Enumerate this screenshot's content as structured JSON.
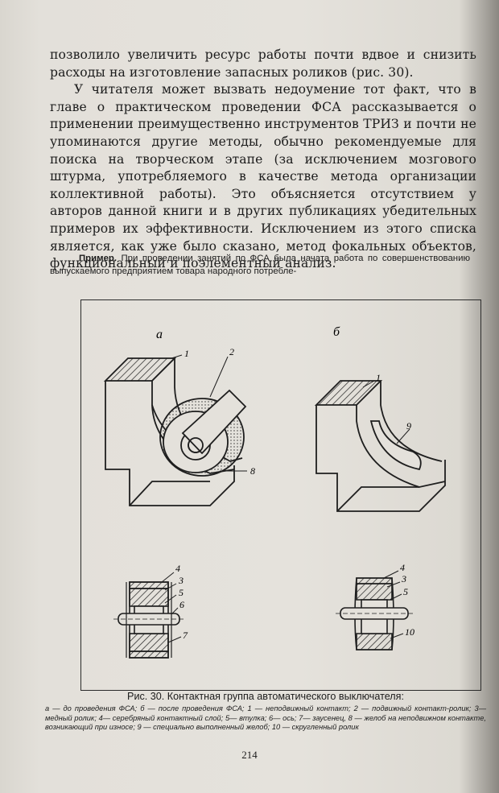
{
  "body_paragraphs": [
    {
      "indent": false,
      "text": "позволило увеличить ресурс работы почти вдвое и снизить расходы на изготовление запасных роликов (рис. 30)."
    },
    {
      "indent": true,
      "text": "У читателя может вызвать недоумение тот факт, что в главе о практическом проведении ФСА рассказывается о применении преимущественно инструментов ТРИЗ и почти не упоминаются другие методы, обычно рекомендуемые для поиска на творческом этапе (за исключением мозгового штурма, употребляемого в качестве метода организации коллективной работы). Это объясняется отсутствием у авторов данной книги и в других публикациях убедительных примеров их эффективности. Исключением из этого списка является, как уже было сказано, метод фокальных объектов, функциональный и поэлементный анализ."
    }
  ],
  "example": {
    "lead": "Пример.",
    "text": "При проведении занятий по ФСА была начата работа по совершенствованию выпускаемого предприятием товара народного потребле-"
  },
  "figure": {
    "panel_a_label": "а",
    "panel_b_label": "б",
    "part_labels_a_top": [
      "1",
      "2",
      "8"
    ],
    "part_labels_b_top": [
      "1",
      "9"
    ],
    "part_labels_a_bottom": [
      "4",
      "3",
      "5",
      "6",
      "7"
    ],
    "part_labels_b_bottom": [
      "4",
      "3",
      "5",
      "10"
    ]
  },
  "caption": {
    "title": "Рис. 30. Контактная группа автоматического выключателя:",
    "legend": "а — до проведения ФСА; б — после проведения ФСА; 1 — неподвижный контакт; 2 — подвижный контакт-ролик; 3— медный ролик; 4— серебряный контактный слой; 5— втулка; 6— ось; 7— заусенец, 8 — желоб на неподвижном контакте, возникающий при износе; 9 — специально выполненный желоб; 10 — скругленный ролик"
  },
  "page_number": "214"
}
